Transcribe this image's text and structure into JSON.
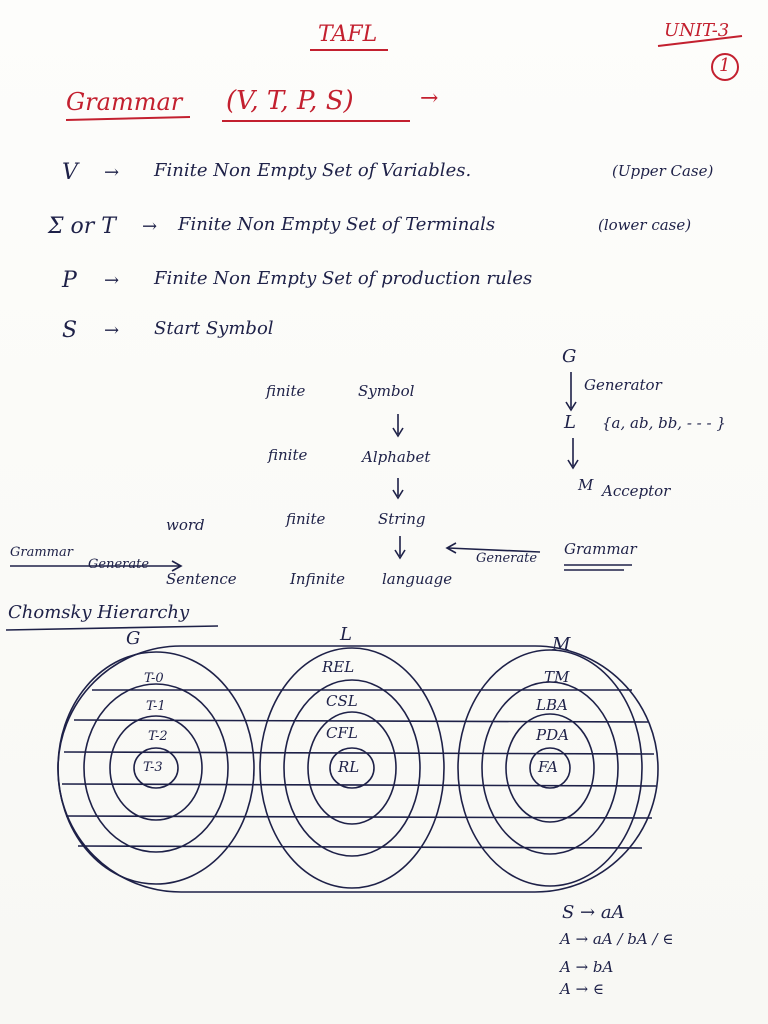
{
  "header": {
    "title": "TAFL",
    "unit": "UNIT-3",
    "page_number": "1"
  },
  "grammar": {
    "heading": "Grammar",
    "tuple": "(V, T, P, S)",
    "arrow": "→"
  },
  "definitions": [
    {
      "symbol": "V",
      "arrow": "→",
      "text": "Finite Non Empty Set of Variables.",
      "note": "(Upper Case)"
    },
    {
      "symbol": "Σ or T",
      "arrow": "→",
      "text": "Finite Non Empty Set of Terminals",
      "note": "(lower case)"
    },
    {
      "symbol": "P",
      "arrow": "→",
      "text": "Finite Non Empty Set of production rules",
      "note": ""
    },
    {
      "symbol": "S",
      "arrow": "→",
      "text": "Start Symbol",
      "note": ""
    }
  ],
  "hierarchy_flow": {
    "rows": [
      {
        "left": "",
        "size": "finite",
        "item": "Symbol"
      },
      {
        "left": "",
        "size": "finite",
        "item": "Alphabet"
      },
      {
        "left": "word",
        "size": "finite",
        "item": "String"
      },
      {
        "left": "Sentence",
        "size": "Infinite",
        "item": "language"
      }
    ],
    "grammar_left": "Grammar",
    "generate_left": "Generate",
    "generate_right": "Generate",
    "grammar_right": "Grammar"
  },
  "machine_flow": {
    "g": "G",
    "generator": "Generator",
    "l": "L",
    "language_set": "{a, ab, bb, - - - }",
    "m": "M",
    "acceptor": "Acceptor"
  },
  "chomsky": {
    "heading": "Chomsky Hierarchy",
    "column_labels": [
      "G",
      "L",
      "M"
    ],
    "grammar_types": [
      "T-0",
      "T-1",
      "T-2",
      "T-3"
    ],
    "languages": [
      "REL",
      "CSL",
      "CFL",
      "RL"
    ],
    "machines": [
      "TM",
      "LBA",
      "PDA",
      "FA"
    ]
  },
  "production_rules": [
    "S → aA",
    "A → aA / bA / ∈",
    "A → bA",
    "A → ∈"
  ],
  "colors": {
    "ink": "#1e2148",
    "red": "#c3202f",
    "paper": "#fbfbf8"
  }
}
